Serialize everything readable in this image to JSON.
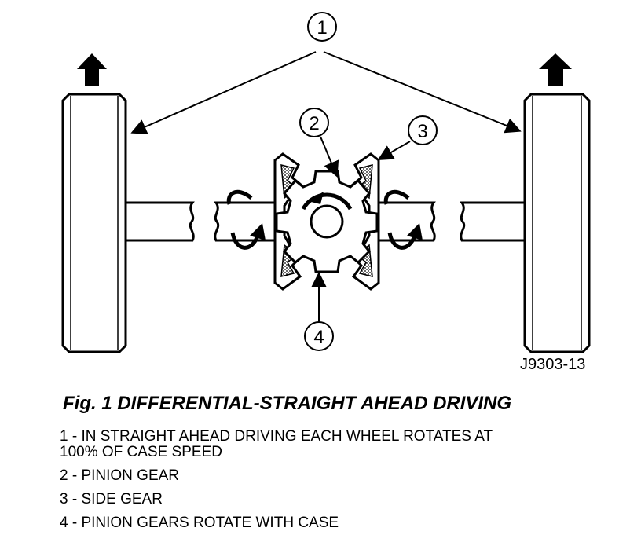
{
  "figure": {
    "id": "J9303-13",
    "caption": "Fig. 1 DIFFERENTIAL-STRAIGHT AHEAD DRIVING"
  },
  "callouts": [
    {
      "number": "1"
    },
    {
      "number": "2"
    },
    {
      "number": "3"
    },
    {
      "number": "4"
    }
  ],
  "legend": [
    {
      "line1": "1 - IN STRAIGHT AHEAD DRIVING EACH WHEEL ROTATES AT",
      "line2": "100% OF CASE SPEED"
    },
    {
      "line1": "2 - PINION GEAR"
    },
    {
      "line1": "3 - SIDE GEAR"
    },
    {
      "line1": "4 - PINION GEARS ROTATE WITH CASE"
    }
  ]
}
